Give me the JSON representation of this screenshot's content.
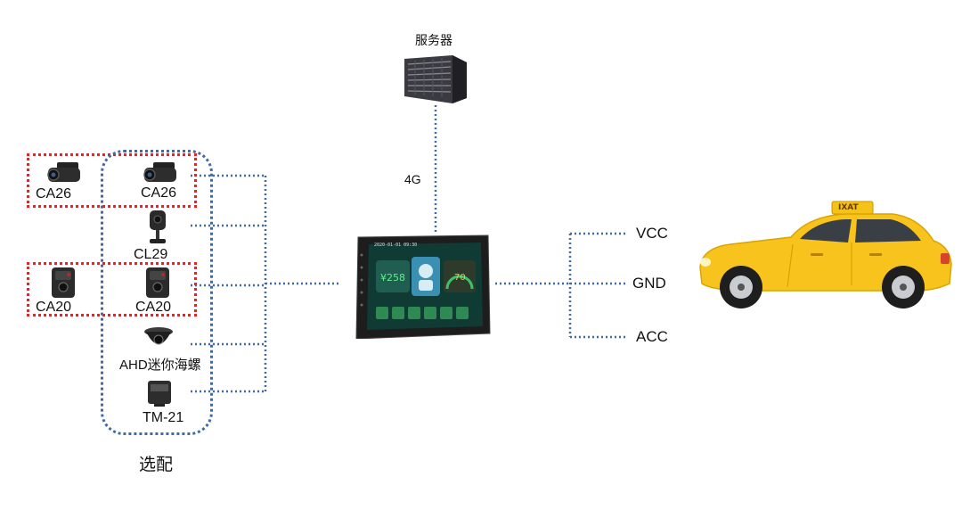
{
  "diagram": {
    "server": {
      "label": "服务器",
      "icon": "server-rack-icon"
    },
    "link_4g": {
      "label": "4G"
    },
    "terminal": {
      "icon": "vehicle-terminal-tablet-icon",
      "date_text": "2020-01-01  09:30",
      "fare_text": "¥258",
      "speed_text": "70"
    },
    "optional_group": {
      "label": "选配"
    },
    "cameras_left": [
      {
        "label": "CA26",
        "icon": "dash-camera-icon"
      },
      {
        "label": "CA20",
        "icon": "box-camera-icon"
      }
    ],
    "cameras_group": [
      {
        "label": "CA26",
        "icon": "dash-camera-icon"
      },
      {
        "label": "CL29",
        "icon": "cabin-camera-icon"
      },
      {
        "label": "CA20",
        "icon": "box-camera-icon"
      },
      {
        "label": "AHD迷你海螺",
        "icon": "dome-camera-icon"
      },
      {
        "label": "TM-21",
        "icon": "meter-module-icon"
      }
    ],
    "power": [
      {
        "label": "VCC"
      },
      {
        "label": "GND"
      },
      {
        "label": "ACC"
      }
    ],
    "taxi": {
      "icon": "taxi-car-icon",
      "roof_sign": "IXAT"
    },
    "colors": {
      "link_dotted": "#3e6aa8",
      "highlight_box": "#e0252b",
      "taxi_body": "#f7c31c"
    }
  }
}
